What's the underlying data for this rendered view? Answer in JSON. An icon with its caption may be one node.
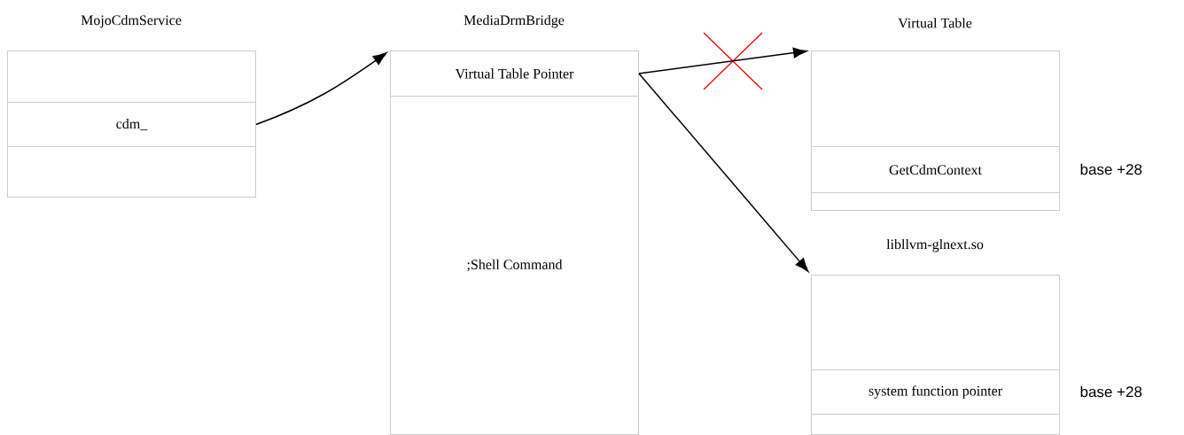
{
  "diagram": {
    "nodes": [
      {
        "text": [
          "MojoCdmService"
        ]
      },
      {
        "text": [],
        "shape": "box",
        "in": 0
      },
      {
        "text": [
          "cdm_"
        ],
        "in": 0
      },
      {
        "text": [],
        "shape": "box",
        "in": 0
      },
      {
        "text": [
          "MediaDrmBridge"
        ]
      },
      {
        "text": [
          "Virtual Table Pointer"
        ],
        "in": 4
      },
      {
        "text": [
          ";Shell Command"
        ],
        "in": 4
      },
      {
        "text": [
          "Virtual Table"
        ]
      },
      {
        "text": [],
        "shape": "box",
        "in": 7
      },
      {
        "text": [
          "GetCdmContext"
        ],
        "in": 7,
        "beside": [
          "base +28"
        ]
      },
      {
        "text": [],
        "shape": "box",
        "in": 7
      },
      {
        "text": [
          "libllvm-glnext.so"
        ]
      },
      {
        "text": [],
        "shape": "box",
        "in": 11
      },
      {
        "text": [
          "system function pointer"
        ],
        "in": 11,
        "beside": [
          "base +28"
        ]
      },
      {
        "text": [],
        "shape": "box",
        "in": 11
      }
    ],
    "edges": [
      {
        "from": 2,
        "to": 5,
        "arrow": "to"
      },
      {
        "from": 5,
        "to": 7,
        "arrow": "to"
      },
      {
        "from": 5,
        "to": 11,
        "arrow": "to"
      }
    ]
  }
}
